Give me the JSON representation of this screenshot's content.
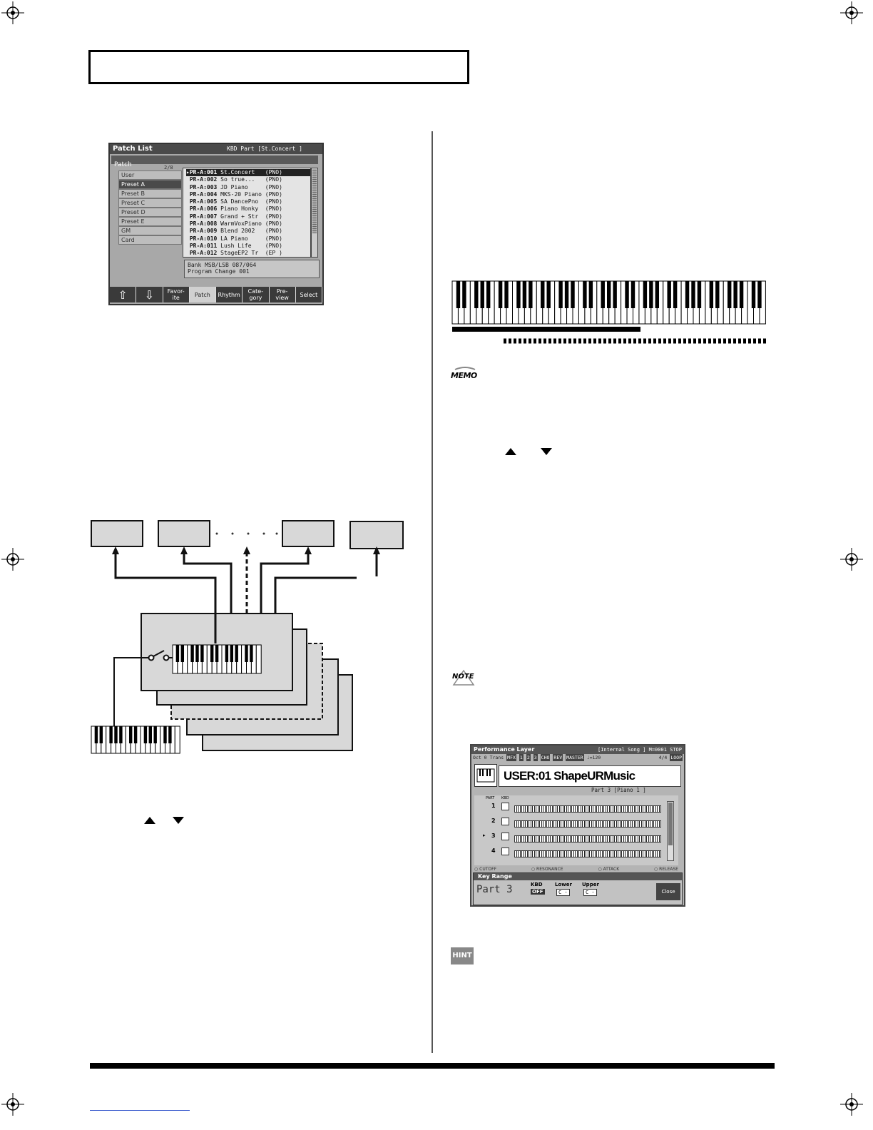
{
  "page": {
    "header_box_text": ""
  },
  "patch_list": {
    "title": "Patch List",
    "kbd_part": "KBD Part  [St.Concert   ]",
    "tab": "Patch",
    "page_indicator": "2/8",
    "categories": [
      "User",
      "Preset A",
      "Preset B",
      "Preset C",
      "Preset D",
      "Preset E",
      "GM",
      "Card"
    ],
    "selected_category": "Preset A",
    "patches": [
      {
        "id": "PR-A:001",
        "name": "St.Concert",
        "cat": "(PNO)"
      },
      {
        "id": "PR-A:002",
        "name": "So true...",
        "cat": "(PNO)"
      },
      {
        "id": "PR-A:003",
        "name": "JD Piano",
        "cat": "(PNO)"
      },
      {
        "id": "PR-A:004",
        "name": "MKS-20 Piano",
        "cat": "(PNO)"
      },
      {
        "id": "PR-A:005",
        "name": "SA DancePno",
        "cat": "(PNO)"
      },
      {
        "id": "PR-A:006",
        "name": "Piano Honky",
        "cat": "(PNO)"
      },
      {
        "id": "PR-A:007",
        "name": "Grand + Str",
        "cat": "(PNO)"
      },
      {
        "id": "PR-A:008",
        "name": "WarmVoxPiano",
        "cat": "(PNO)"
      },
      {
        "id": "PR-A:009",
        "name": "Blend 2002",
        "cat": "(PNO)"
      },
      {
        "id": "PR-A:010",
        "name": "LA Piano",
        "cat": "(PNO)"
      },
      {
        "id": "PR-A:011",
        "name": "Lush Life",
        "cat": "(PNO)"
      },
      {
        "id": "PR-A:012",
        "name": "StageEP2 Tr",
        "cat": "(EP )"
      }
    ],
    "bank_line": "Bank MSB/LSB    087/064",
    "program_line": "Program Change 001",
    "buttons": [
      "⇧",
      "⇩",
      "Favor-\nite",
      "Patch",
      "Rhythm",
      "Cate-\ngory",
      "Pre-\nview",
      "Select"
    ]
  },
  "icons": {
    "memo": "MEMO",
    "note": "NOTE",
    "hint": "HINT"
  },
  "arrows": {
    "up": "▲",
    "down": "▼"
  },
  "performance_layer": {
    "title": "Performance Layer",
    "song": "[Internal Song   ] M=0001  STOP",
    "oct_label": "Oct  0",
    "trans_label": "Trans",
    "mfx_label": "MFX",
    "mfx_slots": [
      "1",
      "2",
      "3"
    ],
    "cho_label": "CHO",
    "rev_label": "REV",
    "master_label": "MASTER",
    "tempo": "♩=120",
    "time_sig": "4/4",
    "loop": "LOOP",
    "perf_name": "USER:01 ShapeURMusic",
    "part_line": "Part 3  [Piano 1      ]",
    "col_part": "PART",
    "col_kbd": "KBD",
    "parts": [
      "1",
      "2",
      "3",
      "4"
    ],
    "knobs": [
      "CUTOFF",
      "RESONANCE",
      "ATTACK",
      "RELEASE"
    ],
    "key_range_title": "Key Range",
    "key_range_part": "Part 3",
    "kbd_label": "KBD",
    "kbd_value": "OFF",
    "lower_label": "Lower",
    "upper_label": "Upper",
    "lower_value": "C -",
    "upper_value": "C -",
    "close": "Close"
  }
}
